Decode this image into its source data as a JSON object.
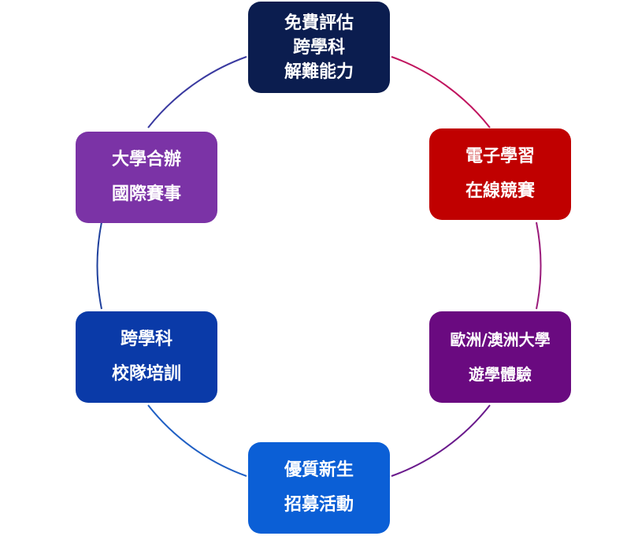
{
  "nodes": [
    {
      "id": "top",
      "lines": [
        "免費評估",
        "跨學科",
        "解難能力"
      ],
      "color": "#0b1d4f"
    },
    {
      "id": "upper-right",
      "lines": [
        "電子學習",
        "在線競賽"
      ],
      "color": "#c00000"
    },
    {
      "id": "lower-right",
      "lines": [
        "歐洲/澳洲大學",
        "遊學體驗"
      ],
      "color": "#6a0a80"
    },
    {
      "id": "bottom",
      "lines": [
        "優質新生",
        "招募活動"
      ],
      "color": "#0b5fd6"
    },
    {
      "id": "lower-left",
      "lines": [
        "跨學科",
        "校隊培訓"
      ],
      "color": "#0a3aa8"
    },
    {
      "id": "upper-left",
      "lines": [
        "大學合辦",
        "國際賽事"
      ],
      "color": "#7b33a6"
    }
  ],
  "connector_colors": [
    "#c0145e",
    "#9a1a7a",
    "#6a1a8c",
    "#1f5fc4",
    "#1e3f9c",
    "#3a3aa0"
  ]
}
